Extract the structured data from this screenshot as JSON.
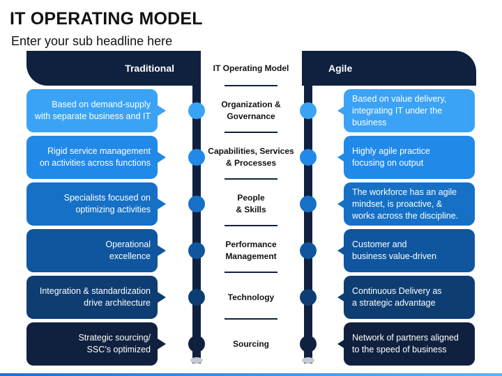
{
  "title": "IT OPERATING MODEL",
  "subtitle": "Enter your sub headline here",
  "headers": {
    "left": "Traditional",
    "center": "IT Operating Model",
    "right": "Agile"
  },
  "rows": [
    {
      "category": "Organization &\nGovernance",
      "left": "Based on demand-supply\nwith separate business and IT",
      "right": "Based on value delivery,\nintegrating IT under the\nbusiness",
      "color": "#3aa3f5"
    },
    {
      "category": "Capabilities, Services\n& Processes",
      "left": "Rigid service management\non activities across functions",
      "right": "Highly agile practice\nfocusing on output",
      "color": "#2189e8"
    },
    {
      "category": "People\n& Skills",
      "left": "Specialists focused on\noptimizing activities",
      "right": "The workforce has an agile\nmindset, is proactive, &\nworks across the discipline.",
      "color": "#1570c6"
    },
    {
      "category": "Performance\nManagement",
      "left": "Operational\nexcellence",
      "right": "Customer and\nbusiness value-driven",
      "color": "#0f569e"
    },
    {
      "category": "Technology",
      "left": "Integration & standardization\ndrive architecture",
      "right": "Continuous Delivery as\na strategic advantage",
      "color": "#0d3d73"
    },
    {
      "category": "Sourcing",
      "left": "Strategic sourcing/\nSSC’s optimized",
      "right": "Network of partners aligned\nto the speed of business",
      "color": "#10213f"
    }
  ]
}
